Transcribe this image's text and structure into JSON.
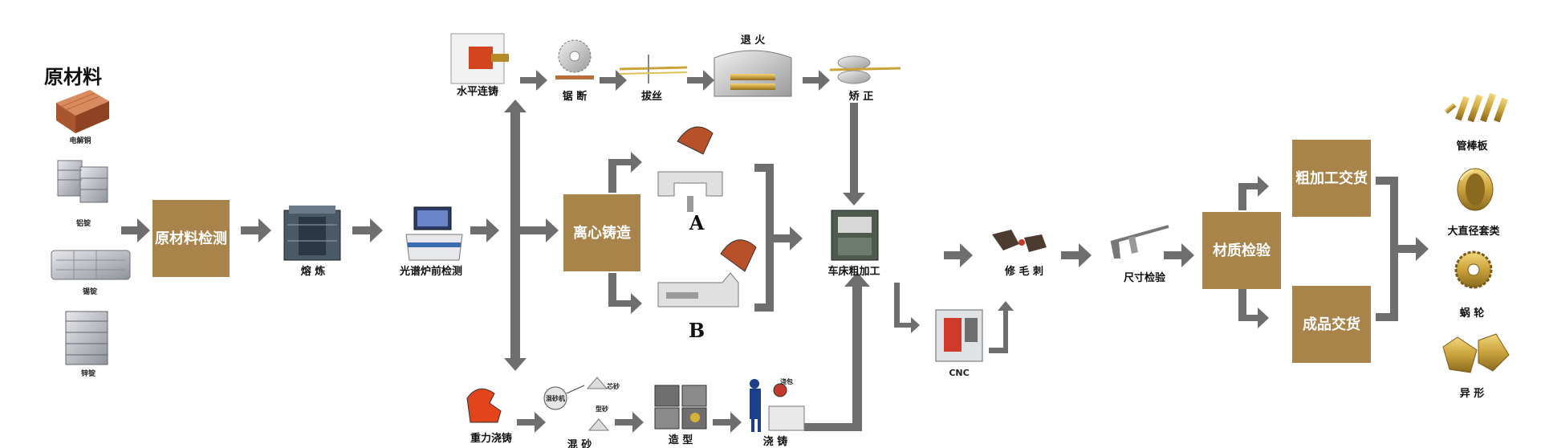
{
  "raw_materials": {
    "title": "原材料",
    "items": [
      "电解铜",
      "铝锭",
      "锡锭",
      "锌锭"
    ]
  },
  "process_boxes": {
    "raw_inspection": "原材料检测",
    "centrifugal_casting": "离心铸造",
    "rough_delivery": "粗加工交货",
    "material_inspection": "材质检验",
    "finished_delivery": "成品交货"
  },
  "steps": {
    "smelting": "熔 炼",
    "spectral": "光谱炉前检测",
    "horizontal_casting": "水平连铸",
    "sawing": "锯 断",
    "drawing": "拔丝",
    "annealing": "退 火",
    "straightening": "矫 正",
    "lathe": "车床粗加工",
    "deburr": "修 毛 刺",
    "cnc": "CNC",
    "dimension": "尺寸检验",
    "gravity_casting": "重力浇铸",
    "sand_mixing": "混 砂",
    "molding": "造 型",
    "pouring": "浇 铸"
  },
  "sand_sub": {
    "mixer": "混砂机",
    "core_sand": "芯砂",
    "mold_sand": "型砂"
  },
  "pour_sub": "浇包",
  "variants": {
    "a": "A",
    "b": "B"
  },
  "products": [
    "管棒板",
    "大直径套类",
    "蜗 轮",
    "异 形"
  ],
  "colors": {
    "box": "#A8834A",
    "arrow": "#6e6e6e",
    "copper": "#c2683a",
    "brass": "#c9a23c"
  }
}
